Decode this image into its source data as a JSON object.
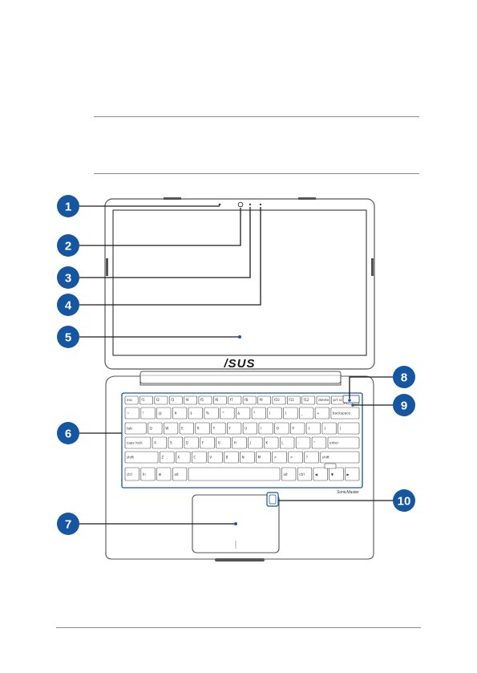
{
  "brand_logo": "/SUS",
  "sonic_label": "SonicMaster",
  "accent_color": "#1556a3",
  "callouts": [
    {
      "num": "1"
    },
    {
      "num": "2"
    },
    {
      "num": "3"
    },
    {
      "num": "4"
    },
    {
      "num": "5"
    },
    {
      "num": "6"
    },
    {
      "num": "7"
    },
    {
      "num": "8"
    },
    {
      "num": "9"
    },
    {
      "num": "10"
    }
  ],
  "keyboard": {
    "row_fn": [
      "esc",
      "f1",
      "f2",
      "f3",
      "f4",
      "f5",
      "f6",
      "f7",
      "f8",
      "f9",
      "f10",
      "f11",
      "f12",
      "delete",
      "prt sc",
      ""
    ],
    "row_num": [
      "~",
      "!",
      "@",
      "#",
      "$",
      "%",
      "^",
      "&",
      "*",
      "(",
      ")",
      "_",
      "+",
      "backspace"
    ],
    "row_q": [
      "tab",
      "Q",
      "W",
      "E",
      "R",
      "T",
      "Y",
      "U",
      "I",
      "O",
      "P",
      "{",
      "}",
      "|"
    ],
    "row_a": [
      "caps lock",
      "A",
      "S",
      "D",
      "F",
      "G",
      "H",
      "J",
      "K",
      "L",
      ":",
      "\"",
      "enter"
    ],
    "row_z": [
      "shift",
      "Z",
      "X",
      "C",
      "V",
      "B",
      "N",
      "M",
      "<",
      ">",
      "?",
      "shift"
    ],
    "row_sp": [
      "ctrl",
      "fn",
      "⊞",
      "alt",
      "",
      "alt",
      "ctrl",
      "◀",
      "▼",
      "▶"
    ]
  }
}
